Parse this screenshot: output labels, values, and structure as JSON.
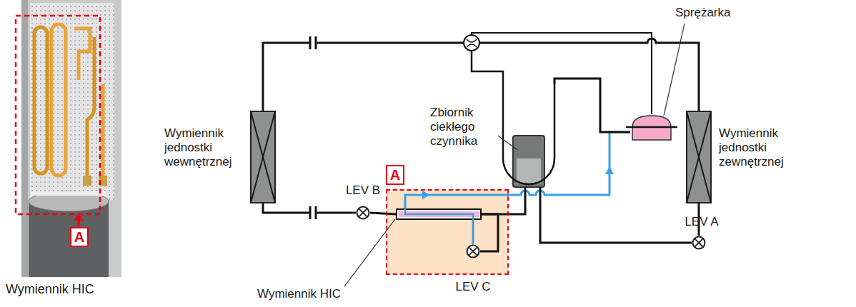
{
  "diagram": {
    "nodes": [
      {
        "text": [
          "Wymiennik jednostki wewnętrznej"
        ]
      },
      {
        "text": [
          "LEV B"
        ]
      },
      {
        "text": [
          "A"
        ]
      },
      {
        "text": [
          "Wymiennik HIC"
        ],
        "in": 2
      },
      {
        "text": [
          "LEV C"
        ],
        "in": 2
      },
      {
        "text": [
          "Zbiornik ciekłego czynnika"
        ]
      },
      {
        "text": [
          "Sprężarka"
        ]
      },
      {
        "text": [
          "LEV A"
        ]
      },
      {
        "text": [
          "Wymiennik jednostki zewnętrznej"
        ]
      }
    ],
    "edges": [
      {
        "from": 0,
        "to": 1,
        "arrow": "none"
      },
      {
        "from": 1,
        "to": 3,
        "arrow": "none"
      },
      {
        "from": 3,
        "to": 4,
        "arrow": "none"
      },
      {
        "from": 4,
        "to": 3,
        "arrow": "none"
      },
      {
        "from": 3,
        "to": 6,
        "arrow": "to"
      },
      {
        "from": 3,
        "to": 5,
        "arrow": "none"
      },
      {
        "from": 5,
        "to": 7,
        "arrow": "none"
      },
      {
        "from": 7,
        "to": 8,
        "arrow": "none"
      },
      {
        "from": 5,
        "to": 6,
        "arrow": "none"
      }
    ],
    "labels": [
      "A",
      "Wymiennik HIC"
    ]
  }
}
